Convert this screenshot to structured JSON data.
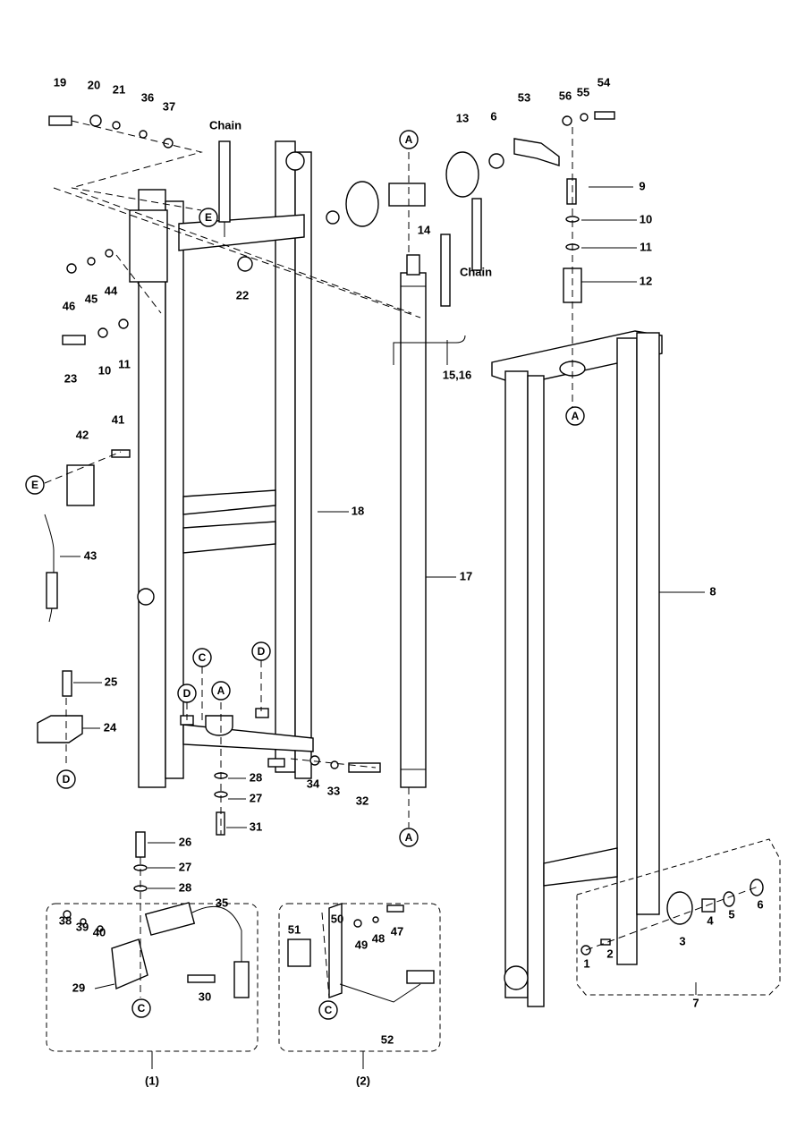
{
  "title": "Mast assembly exploded parts diagram",
  "callouts": [
    "19",
    "20",
    "21",
    "36",
    "37",
    "Chain",
    "13",
    "6",
    "53",
    "56",
    "55",
    "54",
    "9",
    "10",
    "11",
    "12",
    "14",
    "Chain",
    "46",
    "45",
    "44",
    "22",
    "10",
    "11",
    "23",
    "15,16",
    "41",
    "42",
    "18",
    "43",
    "17",
    "8",
    "25",
    "24",
    "28",
    "27",
    "34",
    "33",
    "32",
    "31",
    "26",
    "27",
    "28",
    "38",
    "39",
    "40",
    "35",
    "29",
    "30",
    "50",
    "51",
    "49",
    "48",
    "47",
    "52",
    "1",
    "2",
    "3",
    "4",
    "5",
    "6",
    "7",
    "(1)",
    "(2)"
  ],
  "refs": [
    "A",
    "E",
    "A",
    "E",
    "C",
    "D",
    "A",
    "D",
    "D",
    "A",
    "C",
    "C"
  ]
}
